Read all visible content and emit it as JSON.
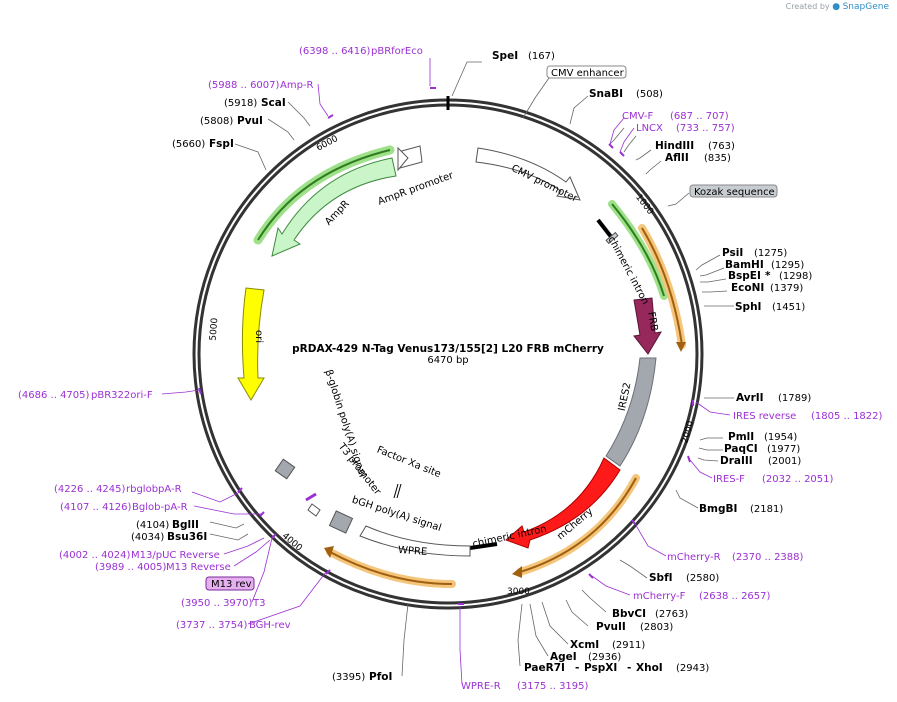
{
  "branding": {
    "created_by": "Created by",
    "product": "SnapGene"
  },
  "plasmid": {
    "name": "pRDAX-429    N-Tag Venus173/155[2] L20 FRB mCherry",
    "length_label": "6470 bp",
    "length": 6470
  },
  "ticks": [
    {
      "label": "1000",
      "pos": 1000
    },
    {
      "label": "2000",
      "pos": 2000
    },
    {
      "label": "3000",
      "pos": 3000
    },
    {
      "label": "4000",
      "pos": 4000
    },
    {
      "label": "5000",
      "pos": 5000
    },
    {
      "label": "6000",
      "pos": 6000
    }
  ],
  "features": [
    {
      "name": "CMV enhancer",
      "boxed": true,
      "color": "#ffffff"
    },
    {
      "name": "CMV promoter",
      "color": "#ffffff"
    },
    {
      "name": "Kozak sequence",
      "boxed": true,
      "color": "#c8cdd2"
    },
    {
      "name": "chimeric intron",
      "color": "#000000"
    },
    {
      "name": "FRB",
      "color": "#96285c"
    },
    {
      "name": "IRES2",
      "color": "#a3a8ae"
    },
    {
      "name": "mCherry",
      "color": "#ff1a1a"
    },
    {
      "name": "chimeric intron",
      "color": "#000000"
    },
    {
      "name": "WPRE",
      "color": "#ffffff"
    },
    {
      "name": "bGH poly(A) signal",
      "color": "#a3a8ae"
    },
    {
      "name": "Factor Xa site",
      "color": "#000000"
    },
    {
      "name": "T3 promoter",
      "color": "#ffffff"
    },
    {
      "name": "M13 rev",
      "boxed": true,
      "color": "#e6b0f0"
    },
    {
      "name": "β-globin poly(A) signal",
      "color": "#a3a8ae"
    },
    {
      "name": "ori",
      "color": "#ffff00"
    },
    {
      "name": "AmpR",
      "color": "#c9f5c9"
    },
    {
      "name": "AmpR promoter",
      "color": "#ffffff"
    }
  ],
  "sites": [
    {
      "name": "SpeI",
      "pos": "(167)"
    },
    {
      "name": "SnaBI",
      "pos": "(508)"
    },
    {
      "name": "HindIII",
      "pos": "(763)"
    },
    {
      "name": "AflII",
      "pos": "(835)"
    },
    {
      "name": "PsiI",
      "pos": "(1275)"
    },
    {
      "name": "BamHI",
      "pos": "(1295)"
    },
    {
      "name": "BspEI",
      "star": "*",
      "pos": "(1298)"
    },
    {
      "name": "EcoNI",
      "pos": "(1379)"
    },
    {
      "name": "SphI",
      "pos": "(1451)"
    },
    {
      "name": "AvrII",
      "pos": "(1789)"
    },
    {
      "name": "PmlI",
      "pos": "(1954)"
    },
    {
      "name": "PaqCI",
      "pos": "(1977)"
    },
    {
      "name": "DraIII",
      "pos": "(2001)"
    },
    {
      "name": "BmgBI",
      "pos": "(2181)"
    },
    {
      "name": "SbfI",
      "pos": "(2580)"
    },
    {
      "name": "BbvCI",
      "pos": "(2763)"
    },
    {
      "name": "PvuII",
      "pos": "(2803)"
    },
    {
      "name": "XcmI",
      "pos": "(2911)"
    },
    {
      "name": "AgeI",
      "pos": "(2936)"
    },
    {
      "name": "PaeR7I",
      "pos": ""
    },
    {
      "name": "PspXI",
      "pos": ""
    },
    {
      "name": "XhoI",
      "pos": "(2943)"
    },
    {
      "name": "PfoI",
      "pos": "(3395)"
    },
    {
      "name": "Bsu36I",
      "pos": "(4034)"
    },
    {
      "name": "BglII",
      "pos": "(4104)"
    },
    {
      "name": "FspI",
      "pos": "(5660)"
    },
    {
      "name": "PvuI",
      "pos": "(5808)"
    },
    {
      "name": "ScaI",
      "pos": "(5918)"
    }
  ],
  "primers": [
    {
      "name": "pBRforEco",
      "pos": "(6398 .. 6416)"
    },
    {
      "name": "Amp-R",
      "pos": "(5988 .. 6007)"
    },
    {
      "name": "CMV-F",
      "pos": "(687 .. 707)"
    },
    {
      "name": "LNCX",
      "pos": "(733 .. 757)"
    },
    {
      "name": "IRES reverse",
      "pos": "(1805 .. 1822)"
    },
    {
      "name": "IRES-F",
      "pos": "(2032 .. 2051)"
    },
    {
      "name": "mCherry-R",
      "pos": "(2370 .. 2388)"
    },
    {
      "name": "mCherry-F",
      "pos": "(2638 .. 2657)"
    },
    {
      "name": "WPRE-R",
      "pos": "(3175 .. 3195)"
    },
    {
      "name": "BGH-rev",
      "pos": "(3737 .. 3754)"
    },
    {
      "name": "T3",
      "pos": "(3950 .. 3970)"
    },
    {
      "name": "M13 Reverse",
      "pos": "(3989 .. 4005)"
    },
    {
      "name": "M13/pUC Reverse",
      "pos": "(4002 .. 4024)"
    },
    {
      "name": "Bglob-pA-R",
      "pos": "(4107 .. 4126)"
    },
    {
      "name": "rbglobpA-R",
      "pos": "(4226 .. 4245)"
    },
    {
      "name": "pBR322ori-F",
      "pos": "(4686 .. 4705)"
    }
  ]
}
